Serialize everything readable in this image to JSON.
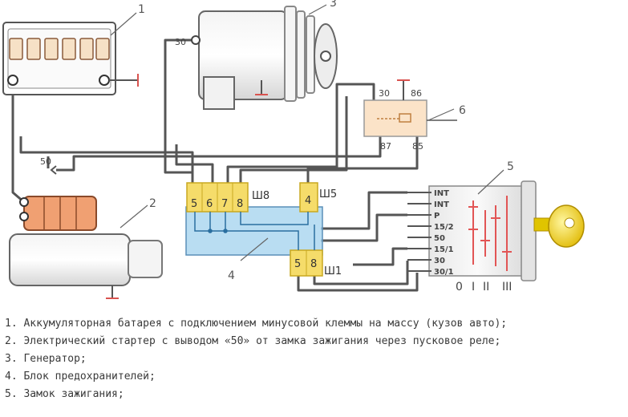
{
  "diagram": {
    "callouts": [
      "1",
      "2",
      "3",
      "4",
      "5",
      "6"
    ],
    "terminals": {
      "starter_50": "50",
      "generator_30": "30"
    },
    "relay": {
      "pin_30": "30",
      "pin_86": "86",
      "pin_87": "87",
      "pin_85": "85"
    },
    "fuse_block": {
      "sh8_pins": [
        "5",
        "6",
        "7",
        "8"
      ],
      "sh8_label": "Ш8",
      "sh5_pins": [
        "4"
      ],
      "sh5_label": "Ш5",
      "sh1_pins": [
        "5",
        "8"
      ],
      "sh1_label": "Ш1"
    },
    "ignition_switch": {
      "terminals": [
        "INT",
        "INT",
        "P",
        "15/2",
        "50",
        "15/1",
        "30",
        "30/1"
      ],
      "positions": [
        "0",
        "I",
        "II",
        "III"
      ]
    }
  },
  "legend": [
    "1. Аккумуляторная батарея с подключением минусовой клеммы на массу (кузов авто);",
    "2. Электрический стартер с выводом «50» от замка зажигания через пусковое реле;",
    "3. Генератор;",
    "4. Блок предохранителей;",
    "5. Замок зажигания;"
  ],
  "colors": {
    "wire": "#555555",
    "ground": "#d9534f",
    "fuse_connector": "#f5dc6a",
    "fuse_body": "#a8d4ef",
    "relay_body": "#fbe3c8",
    "switch_contacts": "#e25555",
    "solenoid": "#f0a072"
  }
}
